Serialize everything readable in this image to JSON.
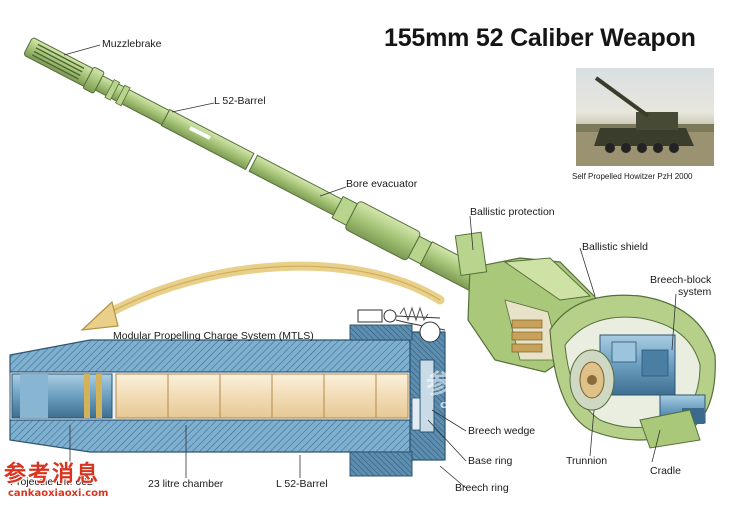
{
  "title": "155mm 52 Caliber Weapon",
  "photo_caption": "Self Propelled Howitzer PzH 2000",
  "labels": {
    "muzzlebrake": "Muzzlebrake",
    "barrel_upper": "L 52-Barrel",
    "bore_evacuator": "Bore evacuator",
    "ballistic_protection": "Ballistic protection",
    "ballistic_shield": "Ballistic shield",
    "breech_block_line1": "Breech-block",
    "breech_block_line2": "system",
    "mtls": "Modular Propelling Charge System (MTLS)",
    "breech_wedge": "Breech wedge",
    "base_ring": "Base ring",
    "breech_ring": "Breech ring",
    "trunnion": "Trunnion",
    "cradle": "Cradle",
    "projectile": "Projectile DM 602",
    "chamber": "23 litre chamber",
    "barrel_lower": "L 52-Barrel"
  },
  "watermark": {
    "center_cn": "参考消息",
    "center_url": "cankaoxiaoxi.com",
    "corner_cn": "参考消息",
    "corner_url": "cankaoxiaoxi.com"
  },
  "colors": {
    "barrel": "#a9c87a",
    "barrel_dark": "#7f9e55",
    "barrel_light": "#cfe2a6",
    "steel_blue": "#6fa3c4",
    "chamber": "#f3e3c6",
    "arrow": "#e8cf8a",
    "watermark_red": "#d8341f"
  }
}
